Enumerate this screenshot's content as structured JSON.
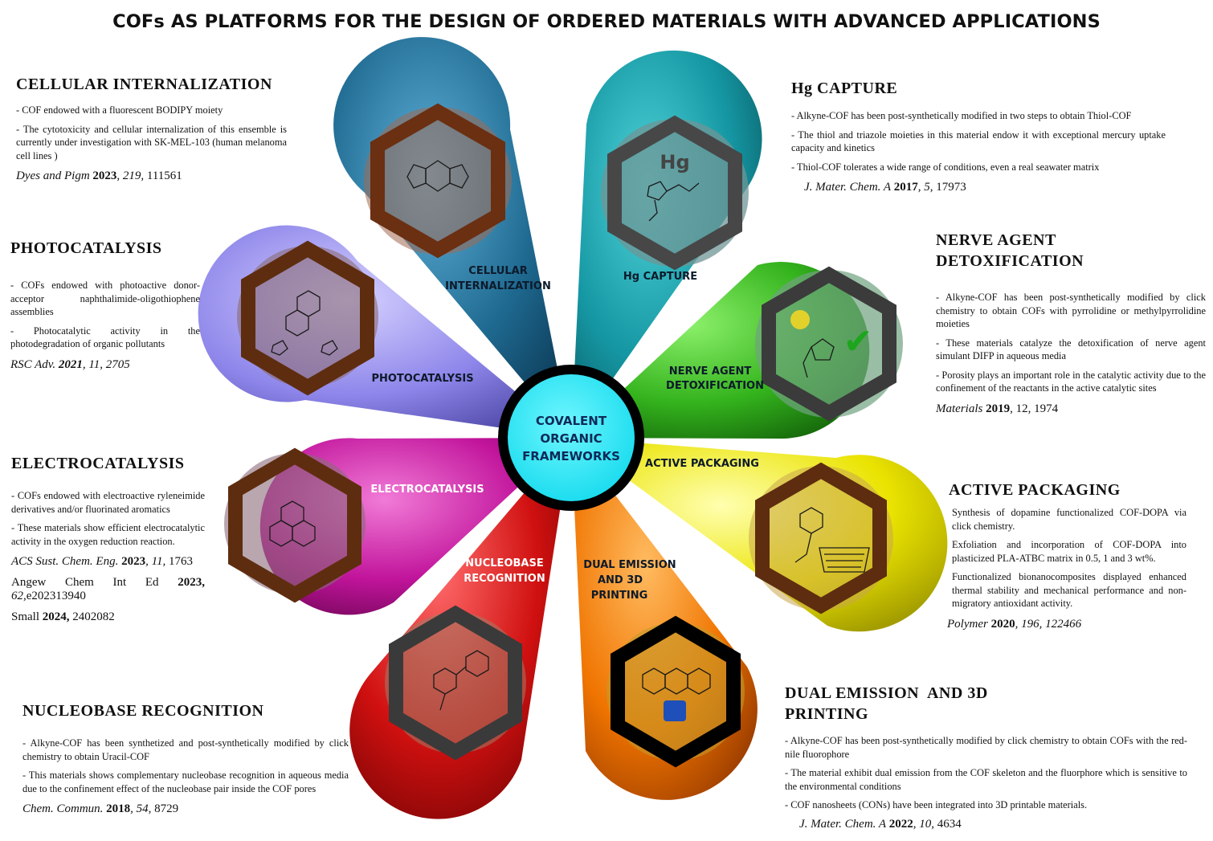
{
  "title": "COFs AS PLATFORMS FOR THE DESIGN OF ORDERED MATERIALS WITH ADVANCED APPLICATIONS",
  "center": {
    "lines": [
      "COVALENT",
      "ORGANIC",
      "FRAMEWORKS"
    ]
  },
  "petals": [
    {
      "id": "cellular",
      "label_lines": [
        "CELLULAR",
        "INTERNALIZATION"
      ],
      "color": "#1f6a91"
    },
    {
      "id": "hg",
      "label_lines": [
        "Hg CAPTURE"
      ],
      "color": "#1597a3",
      "icon_text": "Hg"
    },
    {
      "id": "nerve",
      "label_lines": [
        "NERVE AGENT",
        "DETOXIFICATION"
      ],
      "color": "#34b31d",
      "check": "✔"
    },
    {
      "id": "packaging",
      "label_lines": [
        "ACTIVE PACKAGING"
      ],
      "color": "#e9e300"
    },
    {
      "id": "dual",
      "label_lines": [
        "DUAL EMISSION",
        "AND 3D",
        "PRINTING"
      ],
      "color": "#f07400"
    },
    {
      "id": "nucleobase",
      "label_lines": [
        "NUCLEOBASE",
        "RECOGNITION"
      ],
      "color": "#d01010"
    },
    {
      "id": "electro",
      "label_lines": [
        "ELECTROCATALYSIS"
      ],
      "color": "#c1149b"
    },
    {
      "id": "photo",
      "label_lines": [
        "PHOTOCATALYSIS"
      ],
      "color": "#8e86ea"
    }
  ],
  "sections": {
    "cellular": {
      "heading": "CELLULAR INTERNALIZATION",
      "bullets": [
        "- COF endowed with a fluorescent BODIPY moiety",
        "- The cytotoxicity and cellular internalization of this ensemble is currently under investigation with SK-MEL-103 (human melanoma cell lines )"
      ],
      "ref": {
        "journal": "Dyes and Pigm",
        "year": "2023",
        "vol": ", 219,",
        "pages": " 111561"
      }
    },
    "photo": {
      "heading": "PHOTOCATALYSIS",
      "bullets": [
        "- COFs endowed with photoactive donor-acceptor naphthalimide-oligothiophene assemblies",
        "- Photocatalytic activity in the photodegradation of organic pollutants"
      ],
      "ref": {
        "journal": "RSC Adv.",
        "year": "2021",
        "vol": ", 11,",
        "pages": " 2705"
      }
    },
    "electro": {
      "heading": "ELECTROCATALYSIS",
      "bullets": [
        "- COFs endowed with electroactive ryleneimide derivatives and/or fluorinated aromatics",
        "- These materials show efficient electrocatalytic activity in the oxygen reduction reaction."
      ],
      "refs": [
        {
          "journal": "ACS Sust. Chem. Eng.",
          "year": "2023",
          "vol": ", 11,",
          "pages": " 1763"
        },
        {
          "journal": "Angew Chem Int Ed",
          "year": "2023,",
          "vol": " 62,",
          "pages": "e202313940"
        },
        {
          "journal": "Small",
          "year": "2024,",
          "vol": "",
          "pages": " 2402082"
        }
      ]
    },
    "nucleobase": {
      "heading": "NUCLEOBASE RECOGNITION",
      "bullets": [
        "- Alkyne-COF has been synthetized and post-synthetically modified by click chemistry to obtain Uracil-COF",
        "- This materials shows complementary nucleobase recognition in aqueous media due to the confinement effect of the nucleobase pair inside the COF pores"
      ],
      "ref": {
        "journal": "Chem. Commun.",
        "year": "2018",
        "vol": ", 54,",
        "pages": " 8729"
      }
    },
    "hg": {
      "heading": "Hg CAPTURE",
      "bullets": [
        "- Alkyne-COF has been post-synthetically modified in two steps to obtain Thiol-COF",
        "- The thiol and triazole moieties in this material endow it with exceptional mercury uptake capacity and kinetics",
        "- Thiol-COF tolerates a wide range of conditions, even a real seawater matrix"
      ],
      "ref": {
        "journal": "J. Mater. Chem. A",
        "year": "2017",
        "vol": ", 5,",
        "pages": " 17973"
      }
    },
    "nerve": {
      "heading_lines": [
        "NERVE AGENT",
        "DETOXIFICATION"
      ],
      "bullets": [
        "- Alkyne-COF has been post-synthetically modified by click chemistry to obtain COFs with pyrrolidine or methylpyrrolidine moieties",
        "- These materials catalyze the detoxification of nerve agent simulant DIFP in aqueous media",
        "- Porosity plays an important role in the catalytic activity due to the confinement of the reactants in the active catalytic sites"
      ],
      "ref": {
        "journal": "Materials",
        "year": "2019",
        "vol": ", 12,",
        "pages": " 1974"
      }
    },
    "packaging": {
      "heading": "ACTIVE PACKAGING",
      "bullets": [
        "Synthesis of dopamine functionalized COF-DOPA via click chemistry.",
        "Exfoliation and incorporation of COF-DOPA into plasticized PLA-ATBC matrix in 0.5, 1 and 3 wt%.",
        "Functionalized bionanocomposites displayed enhanced thermal stability and mechanical performance and non-migratory antioxidant activity."
      ],
      "ref": {
        "journal": "Polymer",
        "year": "2020",
        "vol": ",  196,",
        "pages": " 122466"
      }
    },
    "dual": {
      "heading_lines": [
        "DUAL EMISSION  AND 3D",
        "PRINTING"
      ],
      "bullets": [
        "- Alkyne-COF has been post-synthetically modified by click chemistry to obtain COFs with the red-nile fluorophore",
        "- The material exhibit dual emission from the COF skeleton and the fluorphore which is sensitive to the environmental conditions",
        "- COF nanosheets (CONs) have been integrated into 3D printable materials."
      ],
      "ref": {
        "journal": "J. Mater. Chem. A",
        "year": "2022",
        "vol": ", 10,",
        "pages": " 4634"
      }
    }
  }
}
